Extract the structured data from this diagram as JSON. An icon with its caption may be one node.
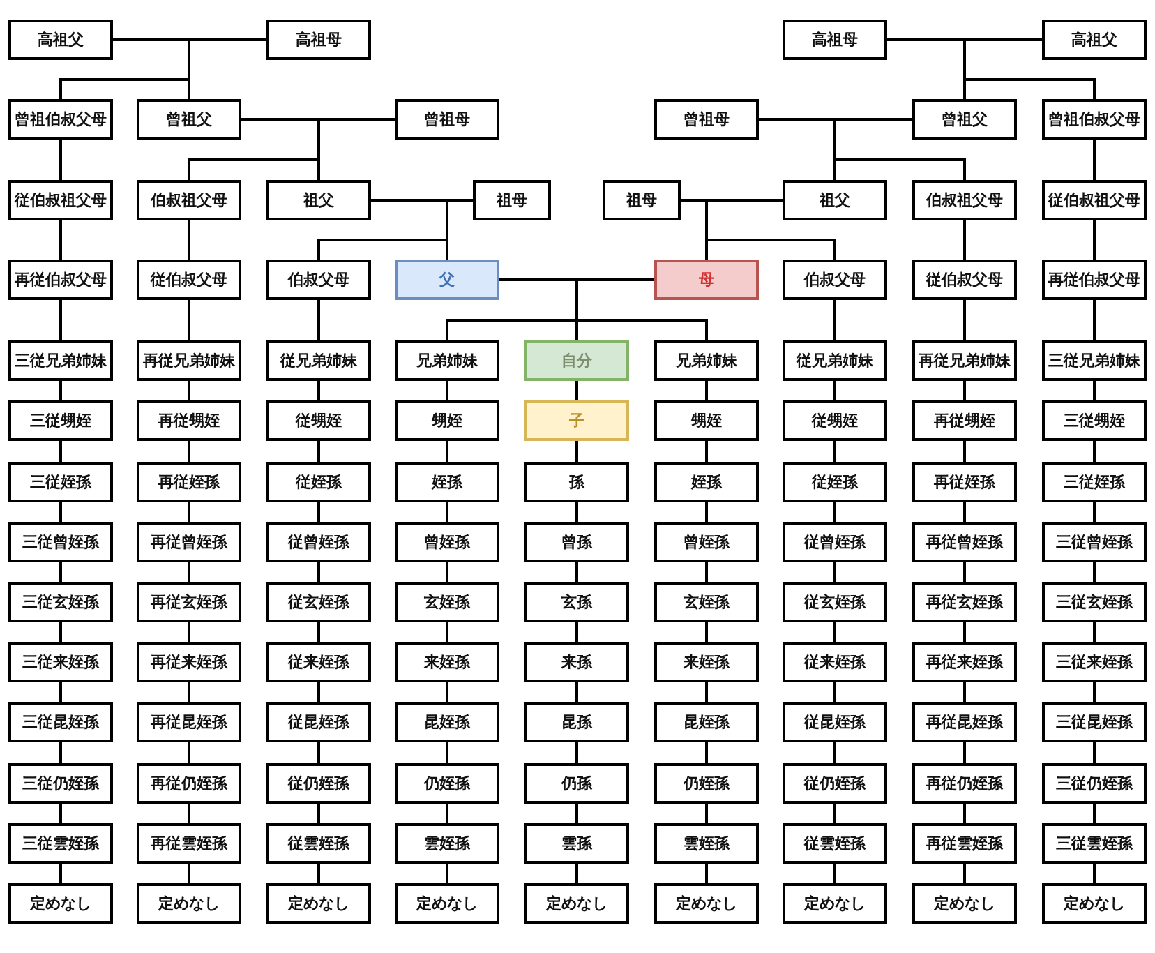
{
  "diagram": {
    "nodes": [
      {
        "text": [
          "高祖父"
        ]
      },
      {
        "text": [
          "高祖母"
        ]
      },
      {
        "text": [
          "高祖母"
        ]
      },
      {
        "text": [
          "高祖父"
        ]
      },
      {
        "text": [
          "曾祖伯叔父母"
        ]
      },
      {
        "text": [
          "曾祖父"
        ]
      },
      {
        "text": [
          "曾祖母"
        ]
      },
      {
        "text": [
          "曾祖母"
        ]
      },
      {
        "text": [
          "曾祖父"
        ]
      },
      {
        "text": [
          "曾祖伯叔父母"
        ]
      },
      {
        "text": [
          "従伯叔祖父母"
        ]
      },
      {
        "text": [
          "伯叔祖父母"
        ]
      },
      {
        "text": [
          "祖父"
        ]
      },
      {
        "text": [
          "祖母"
        ]
      },
      {
        "text": [
          "祖母"
        ]
      },
      {
        "text": [
          "祖父"
        ]
      },
      {
        "text": [
          "伯叔祖父母"
        ]
      },
      {
        "text": [
          "従伯叔祖父母"
        ]
      },
      {
        "text": [
          "再従伯叔父母"
        ]
      },
      {
        "text": [
          "従伯叔父母"
        ]
      },
      {
        "text": [
          "伯叔父母"
        ]
      },
      {
        "text": [
          "父"
        ]
      },
      {
        "text": [
          "母"
        ]
      },
      {
        "text": [
          "伯叔父母"
        ]
      },
      {
        "text": [
          "従伯叔父母"
        ]
      },
      {
        "text": [
          "再従伯叔父母"
        ]
      },
      {
        "text": [
          "三従兄弟姉妹"
        ]
      },
      {
        "text": [
          "再従兄弟姉妹"
        ]
      },
      {
        "text": [
          "従兄弟姉妹"
        ]
      },
      {
        "text": [
          "兄弟姉妹"
        ]
      },
      {
        "text": [
          "自分"
        ]
      },
      {
        "text": [
          "兄弟姉妹"
        ]
      },
      {
        "text": [
          "従兄弟姉妹"
        ]
      },
      {
        "text": [
          "再従兄弟姉妹"
        ]
      },
      {
        "text": [
          "三従兄弟姉妹"
        ]
      },
      {
        "text": [
          "三従甥姪"
        ]
      },
      {
        "text": [
          "再従甥姪"
        ]
      },
      {
        "text": [
          "従甥姪"
        ]
      },
      {
        "text": [
          "甥姪"
        ]
      },
      {
        "text": [
          "子"
        ]
      },
      {
        "text": [
          "甥姪"
        ]
      },
      {
        "text": [
          "従甥姪"
        ]
      },
      {
        "text": [
          "再従甥姪"
        ]
      },
      {
        "text": [
          "三従甥姪"
        ]
      },
      {
        "text": [
          "三従姪孫"
        ]
      },
      {
        "text": [
          "再従姪孫"
        ]
      },
      {
        "text": [
          "従姪孫"
        ]
      },
      {
        "text": [
          "姪孫"
        ]
      },
      {
        "text": [
          "孫"
        ]
      },
      {
        "text": [
          "姪孫"
        ]
      },
      {
        "text": [
          "従姪孫"
        ]
      },
      {
        "text": [
          "再従姪孫"
        ]
      },
      {
        "text": [
          "三従姪孫"
        ]
      },
      {
        "text": [
          "三従曾姪孫"
        ]
      },
      {
        "text": [
          "再従曾姪孫"
        ]
      },
      {
        "text": [
          "従曾姪孫"
        ]
      },
      {
        "text": [
          "曾姪孫"
        ]
      },
      {
        "text": [
          "曾孫"
        ]
      },
      {
        "text": [
          "曾姪孫"
        ]
      },
      {
        "text": [
          "従曾姪孫"
        ]
      },
      {
        "text": [
          "再従曾姪孫"
        ]
      },
      {
        "text": [
          "三従曾姪孫"
        ]
      },
      {
        "text": [
          "三従玄姪孫"
        ]
      },
      {
        "text": [
          "再従玄姪孫"
        ]
      },
      {
        "text": [
          "従玄姪孫"
        ]
      },
      {
        "text": [
          "玄姪孫"
        ]
      },
      {
        "text": [
          "玄孫"
        ]
      },
      {
        "text": [
          "玄姪孫"
        ]
      },
      {
        "text": [
          "従玄姪孫"
        ]
      },
      {
        "text": [
          "再従玄姪孫"
        ]
      },
      {
        "text": [
          "三従玄姪孫"
        ]
      },
      {
        "text": [
          "三従来姪孫"
        ]
      },
      {
        "text": [
          "再従来姪孫"
        ]
      },
      {
        "text": [
          "従来姪孫"
        ]
      },
      {
        "text": [
          "来姪孫"
        ]
      },
      {
        "text": [
          "来孫"
        ]
      },
      {
        "text": [
          "来姪孫"
        ]
      },
      {
        "text": [
          "従来姪孫"
        ]
      },
      {
        "text": [
          "再従来姪孫"
        ]
      },
      {
        "text": [
          "三従来姪孫"
        ]
      },
      {
        "text": [
          "三従昆姪孫"
        ]
      },
      {
        "text": [
          "再従昆姪孫"
        ]
      },
      {
        "text": [
          "従昆姪孫"
        ]
      },
      {
        "text": [
          "昆姪孫"
        ]
      },
      {
        "text": [
          "昆孫"
        ]
      },
      {
        "text": [
          "昆姪孫"
        ]
      },
      {
        "text": [
          "従昆姪孫"
        ]
      },
      {
        "text": [
          "再従昆姪孫"
        ]
      },
      {
        "text": [
          "三従昆姪孫"
        ]
      },
      {
        "text": [
          "三従仍姪孫"
        ]
      },
      {
        "text": [
          "再従仍姪孫"
        ]
      },
      {
        "text": [
          "従仍姪孫"
        ]
      },
      {
        "text": [
          "仍姪孫"
        ]
      },
      {
        "text": [
          "仍孫"
        ]
      },
      {
        "text": [
          "仍姪孫"
        ]
      },
      {
        "text": [
          "従仍姪孫"
        ]
      },
      {
        "text": [
          "再従仍姪孫"
        ]
      },
      {
        "text": [
          "三従仍姪孫"
        ]
      },
      {
        "text": [
          "三従雲姪孫"
        ]
      },
      {
        "text": [
          "再従雲姪孫"
        ]
      },
      {
        "text": [
          "従雲姪孫"
        ]
      },
      {
        "text": [
          "雲姪孫"
        ]
      },
      {
        "text": [
          "雲孫"
        ]
      },
      {
        "text": [
          "雲姪孫"
        ]
      },
      {
        "text": [
          "従雲姪孫"
        ]
      },
      {
        "text": [
          "再従雲姪孫"
        ]
      },
      {
        "text": [
          "三従雲姪孫"
        ]
      },
      {
        "text": [
          "定めなし"
        ]
      },
      {
        "text": [
          "定めなし"
        ]
      },
      {
        "text": [
          "定めなし"
        ]
      },
      {
        "text": [
          "定めなし"
        ]
      },
      {
        "text": [
          "定めなし"
        ]
      },
      {
        "text": [
          "定めなし"
        ]
      },
      {
        "text": [
          "定めなし"
        ]
      },
      {
        "text": [
          "定めなし"
        ]
      },
      {
        "text": [
          "定めなし"
        ]
      }
    ],
    "edges": [
      {
        "from": 0,
        "to": 4,
        "arrow": "none"
      },
      {
        "from": 0,
        "to": 5,
        "arrow": "none"
      },
      {
        "from": 1,
        "to": 4,
        "arrow": "none"
      },
      {
        "from": 1,
        "to": 5,
        "arrow": "none"
      },
      {
        "from": 5,
        "to": 11,
        "arrow": "none"
      },
      {
        "from": 5,
        "to": 12,
        "arrow": "none"
      },
      {
        "from": 6,
        "to": 11,
        "arrow": "none"
      },
      {
        "from": 6,
        "to": 12,
        "arrow": "none"
      },
      {
        "from": 12,
        "to": 20,
        "arrow": "none"
      },
      {
        "from": 12,
        "to": 21,
        "arrow": "none"
      },
      {
        "from": 13,
        "to": 20,
        "arrow": "none"
      },
      {
        "from": 13,
        "to": 21,
        "arrow": "none"
      },
      {
        "from": 2,
        "to": 8,
        "arrow": "none"
      },
      {
        "from": 2,
        "to": 9,
        "arrow": "none"
      },
      {
        "from": 3,
        "to": 8,
        "arrow": "none"
      },
      {
        "from": 3,
        "to": 9,
        "arrow": "none"
      },
      {
        "from": 7,
        "to": 15,
        "arrow": "none"
      },
      {
        "from": 7,
        "to": 16,
        "arrow": "none"
      },
      {
        "from": 8,
        "to": 15,
        "arrow": "none"
      },
      {
        "from": 8,
        "to": 16,
        "arrow": "none"
      },
      {
        "from": 14,
        "to": 22,
        "arrow": "none"
      },
      {
        "from": 14,
        "to": 23,
        "arrow": "none"
      },
      {
        "from": 15,
        "to": 22,
        "arrow": "none"
      },
      {
        "from": 15,
        "to": 23,
        "arrow": "none"
      },
      {
        "from": 21,
        "to": 29,
        "arrow": "none"
      },
      {
        "from": 21,
        "to": 30,
        "arrow": "none"
      },
      {
        "from": 21,
        "to": 31,
        "arrow": "none"
      },
      {
        "from": 22,
        "to": 29,
        "arrow": "none"
      },
      {
        "from": 22,
        "to": 30,
        "arrow": "none"
      },
      {
        "from": 22,
        "to": 31,
        "arrow": "none"
      },
      {
        "from": 4,
        "to": 10,
        "arrow": "none"
      },
      {
        "from": 10,
        "to": 18,
        "arrow": "none"
      },
      {
        "from": 18,
        "to": 26,
        "arrow": "none"
      },
      {
        "from": 26,
        "to": 35,
        "arrow": "none"
      },
      {
        "from": 35,
        "to": 44,
        "arrow": "none"
      },
      {
        "from": 44,
        "to": 53,
        "arrow": "none"
      },
      {
        "from": 53,
        "to": 62,
        "arrow": "none"
      },
      {
        "from": 62,
        "to": 71,
        "arrow": "none"
      },
      {
        "from": 71,
        "to": 80,
        "arrow": "none"
      },
      {
        "from": 80,
        "to": 89,
        "arrow": "none"
      },
      {
        "from": 89,
        "to": 98,
        "arrow": "none"
      },
      {
        "from": 98,
        "to": 107,
        "arrow": "none"
      },
      {
        "from": 11,
        "to": 19,
        "arrow": "none"
      },
      {
        "from": 19,
        "to": 27,
        "arrow": "none"
      },
      {
        "from": 27,
        "to": 36,
        "arrow": "none"
      },
      {
        "from": 36,
        "to": 45,
        "arrow": "none"
      },
      {
        "from": 45,
        "to": 54,
        "arrow": "none"
      },
      {
        "from": 54,
        "to": 63,
        "arrow": "none"
      },
      {
        "from": 63,
        "to": 72,
        "arrow": "none"
      },
      {
        "from": 72,
        "to": 81,
        "arrow": "none"
      },
      {
        "from": 81,
        "to": 90,
        "arrow": "none"
      },
      {
        "from": 90,
        "to": 99,
        "arrow": "none"
      },
      {
        "from": 99,
        "to": 108,
        "arrow": "none"
      },
      {
        "from": 20,
        "to": 28,
        "arrow": "none"
      },
      {
        "from": 28,
        "to": 37,
        "arrow": "none"
      },
      {
        "from": 37,
        "to": 46,
        "arrow": "none"
      },
      {
        "from": 46,
        "to": 55,
        "arrow": "none"
      },
      {
        "from": 55,
        "to": 64,
        "arrow": "none"
      },
      {
        "from": 64,
        "to": 73,
        "arrow": "none"
      },
      {
        "from": 73,
        "to": 82,
        "arrow": "none"
      },
      {
        "from": 82,
        "to": 91,
        "arrow": "none"
      },
      {
        "from": 91,
        "to": 100,
        "arrow": "none"
      },
      {
        "from": 100,
        "to": 109,
        "arrow": "none"
      },
      {
        "from": 29,
        "to": 38,
        "arrow": "none"
      },
      {
        "from": 38,
        "to": 47,
        "arrow": "none"
      },
      {
        "from": 47,
        "to": 56,
        "arrow": "none"
      },
      {
        "from": 56,
        "to": 65,
        "arrow": "none"
      },
      {
        "from": 65,
        "to": 74,
        "arrow": "none"
      },
      {
        "from": 74,
        "to": 83,
        "arrow": "none"
      },
      {
        "from": 83,
        "to": 92,
        "arrow": "none"
      },
      {
        "from": 92,
        "to": 101,
        "arrow": "none"
      },
      {
        "from": 101,
        "to": 110,
        "arrow": "none"
      },
      {
        "from": 30,
        "to": 39,
        "arrow": "none"
      },
      {
        "from": 39,
        "to": 48,
        "arrow": "none"
      },
      {
        "from": 48,
        "to": 57,
        "arrow": "none"
      },
      {
        "from": 57,
        "to": 66,
        "arrow": "none"
      },
      {
        "from": 66,
        "to": 75,
        "arrow": "none"
      },
      {
        "from": 75,
        "to": 84,
        "arrow": "none"
      },
      {
        "from": 84,
        "to": 93,
        "arrow": "none"
      },
      {
        "from": 93,
        "to": 102,
        "arrow": "none"
      },
      {
        "from": 102,
        "to": 111,
        "arrow": "none"
      },
      {
        "from": 31,
        "to": 40,
        "arrow": "none"
      },
      {
        "from": 40,
        "to": 49,
        "arrow": "none"
      },
      {
        "from": 49,
        "to": 58,
        "arrow": "none"
      },
      {
        "from": 58,
        "to": 67,
        "arrow": "none"
      },
      {
        "from": 67,
        "to": 76,
        "arrow": "none"
      },
      {
        "from": 76,
        "to": 85,
        "arrow": "none"
      },
      {
        "from": 85,
        "to": 94,
        "arrow": "none"
      },
      {
        "from": 94,
        "to": 103,
        "arrow": "none"
      },
      {
        "from": 103,
        "to": 112,
        "arrow": "none"
      },
      {
        "from": 23,
        "to": 32,
        "arrow": "none"
      },
      {
        "from": 32,
        "to": 41,
        "arrow": "none"
      },
      {
        "from": 41,
        "to": 50,
        "arrow": "none"
      },
      {
        "from": 50,
        "to": 59,
        "arrow": "none"
      },
      {
        "from": 59,
        "to": 68,
        "arrow": "none"
      },
      {
        "from": 68,
        "to": 77,
        "arrow": "none"
      },
      {
        "from": 77,
        "to": 86,
        "arrow": "none"
      },
      {
        "from": 86,
        "to": 95,
        "arrow": "none"
      },
      {
        "from": 95,
        "to": 104,
        "arrow": "none"
      },
      {
        "from": 104,
        "to": 113,
        "arrow": "none"
      },
      {
        "from": 16,
        "to": 24,
        "arrow": "none"
      },
      {
        "from": 24,
        "to": 33,
        "arrow": "none"
      },
      {
        "from": 33,
        "to": 42,
        "arrow": "none"
      },
      {
        "from": 42,
        "to": 51,
        "arrow": "none"
      },
      {
        "from": 51,
        "to": 60,
        "arrow": "none"
      },
      {
        "from": 60,
        "to": 69,
        "arrow": "none"
      },
      {
        "from": 69,
        "to": 78,
        "arrow": "none"
      },
      {
        "from": 78,
        "to": 87,
        "arrow": "none"
      },
      {
        "from": 87,
        "to": 96,
        "arrow": "none"
      },
      {
        "from": 96,
        "to": 105,
        "arrow": "none"
      },
      {
        "from": 105,
        "to": 114,
        "arrow": "none"
      },
      {
        "from": 9,
        "to": 17,
        "arrow": "none"
      },
      {
        "from": 17,
        "to": 25,
        "arrow": "none"
      },
      {
        "from": 25,
        "to": 34,
        "arrow": "none"
      },
      {
        "from": 34,
        "to": 43,
        "arrow": "none"
      },
      {
        "from": 43,
        "to": 52,
        "arrow": "none"
      },
      {
        "from": 52,
        "to": 61,
        "arrow": "none"
      },
      {
        "from": 61,
        "to": 70,
        "arrow": "none"
      },
      {
        "from": 70,
        "to": 79,
        "arrow": "none"
      },
      {
        "from": 79,
        "to": 88,
        "arrow": "none"
      },
      {
        "from": 88,
        "to": 97,
        "arrow": "none"
      },
      {
        "from": 97,
        "to": 106,
        "arrow": "none"
      },
      {
        "from": 106,
        "to": 115,
        "arrow": "none"
      }
    ]
  }
}
